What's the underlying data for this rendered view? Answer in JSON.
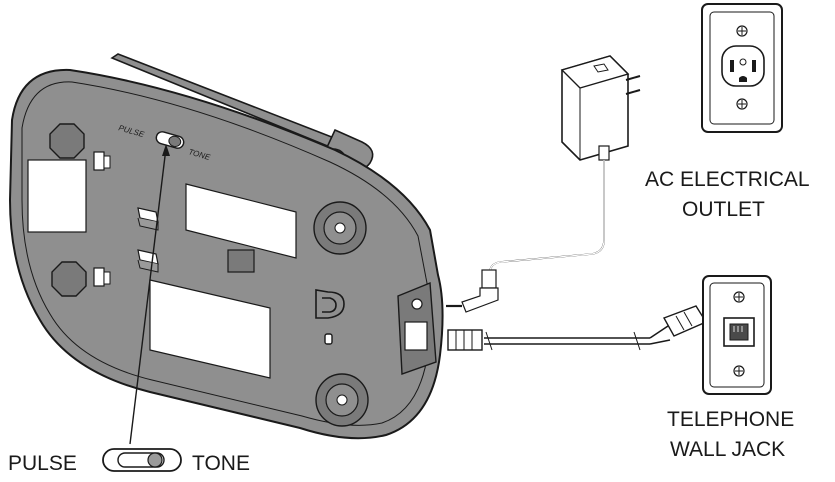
{
  "labels": {
    "switch_small_pulse": "PULSE",
    "switch_small_tone": "TONE",
    "switch_callout_pulse": "PULSE",
    "switch_callout_tone": "TONE",
    "ac_outlet_line1": "AC ELECTRICAL",
    "ac_outlet_line2": "OUTLET",
    "wall_jack_line1": "TELEPHONE",
    "wall_jack_line2": "WALL  JACK"
  },
  "colors": {
    "base_body": "#8f8f8f",
    "base_shade": "#7a7a7a",
    "panel": "#ffffff",
    "ink": "#1a1a1a",
    "plate": "#ffffff",
    "adapter": "#ffffff"
  },
  "icons": {
    "screw": "screw-icon",
    "logo": "brand-logo-icon"
  }
}
